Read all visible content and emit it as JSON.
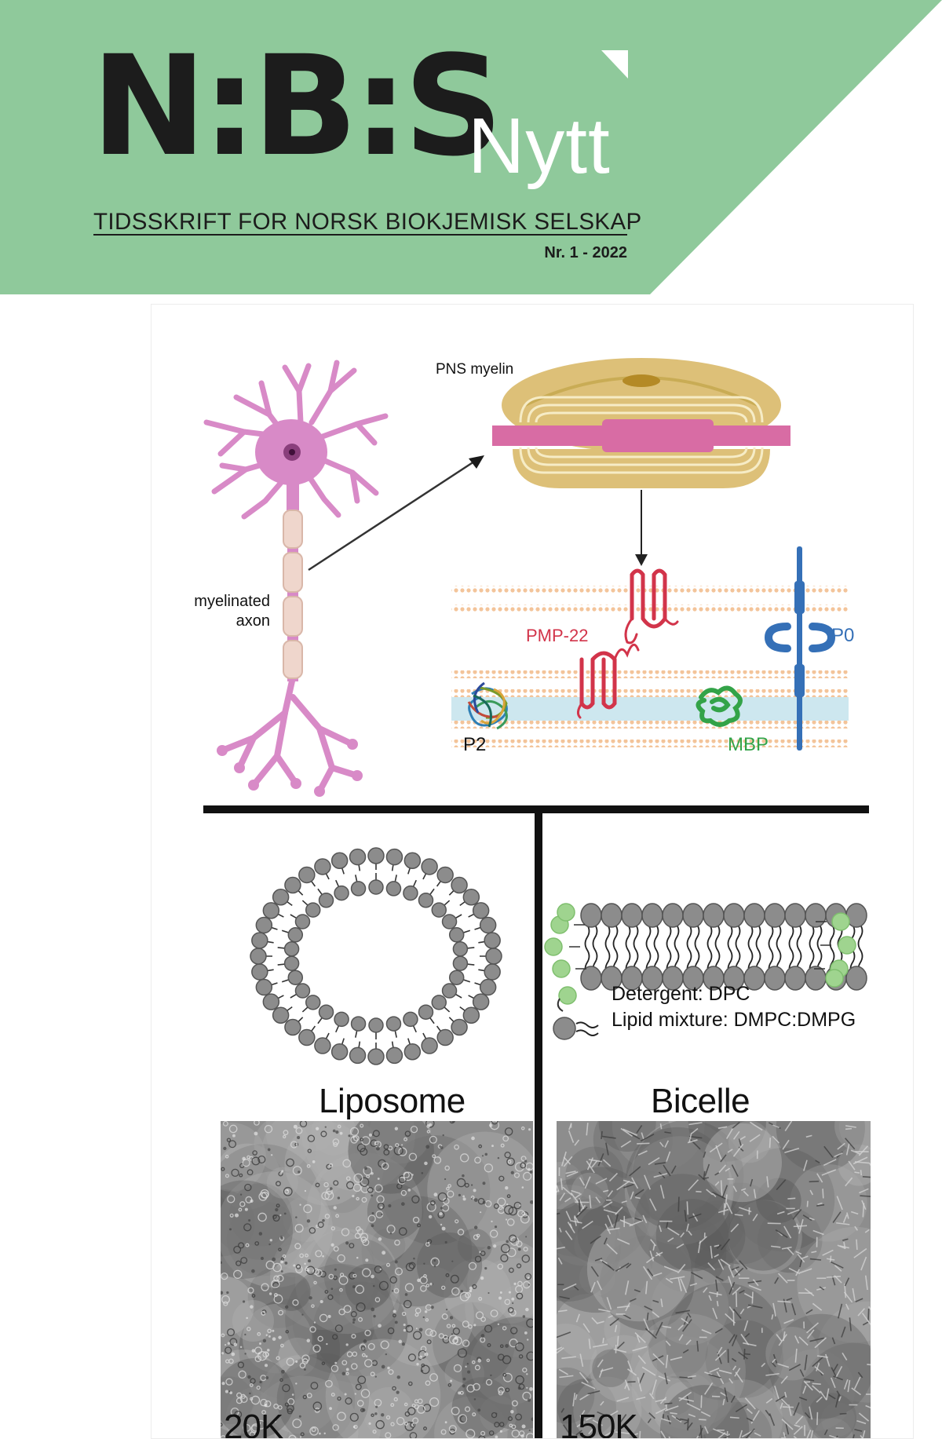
{
  "masthead": {
    "logo_main": "N:B:S",
    "logo_sub": "Nytt",
    "tagline": "TIDSSKRIFT FOR NORSK BIOKJEMISK SELSKAP",
    "issue": "Nr. 1 - 2022"
  },
  "colors": {
    "banner_green": "#8fc99b",
    "neuron_pink": "#d88ac7",
    "myelin_gold": "#c9ac55",
    "pmp22_red": "#d2344a",
    "p0_blue": "#3570b7",
    "mbp_green": "#33a348",
    "lipid_orange": "#f3c49a",
    "lipid_head_gray": "#8c8c8c",
    "detergent_green": "#9fd48f"
  },
  "figure": {
    "top_labels": {
      "pns_myelin": "PNS myelin",
      "myelinated_line1": "myelinated",
      "myelinated_line2": "axon",
      "pmp22": "PMP-22",
      "p0": "P0",
      "p2": "P2",
      "mbp": "MBP"
    },
    "bottom_labels": {
      "detergent": "Detergent: DPC",
      "lipid_mixture": "Lipid mixture: DMPC:DMPG",
      "liposome": "Liposome",
      "bicelle": "Bicelle",
      "magnification_left": "20K",
      "magnification_right": "150K"
    }
  }
}
